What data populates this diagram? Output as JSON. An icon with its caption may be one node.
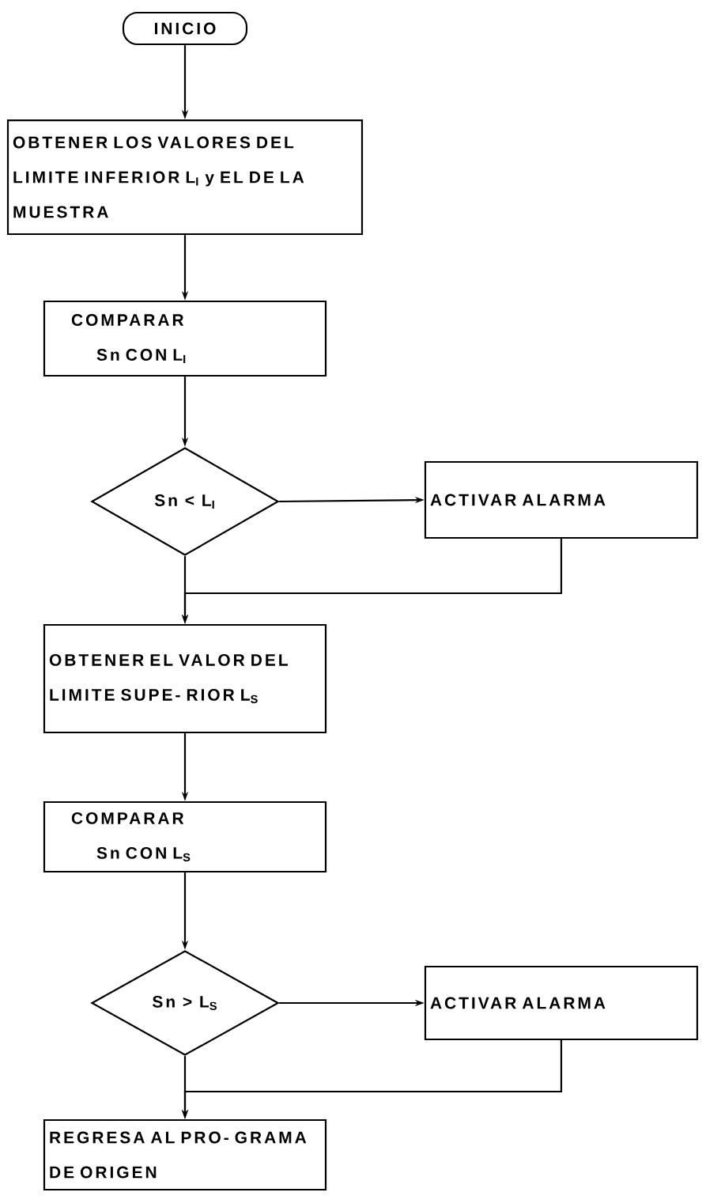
{
  "diagram": {
    "nodes": [
      {
        "text": [
          "INICIO"
        ]
      },
      {
        "text": [
          "OBTENER LOS VALORES DEL LIMITE INFERIOR L$_{I}$ y EL DE LA MUESTRA"
        ]
      },
      {
        "text": [
          "COMPARAR",
          "Sn CON L$_{I}$"
        ]
      },
      {
        "text": [
          "Sn < L$_{I}$"
        ]
      },
      {
        "text": [
          "ACTIVAR ALARMA"
        ]
      },
      {
        "text": [
          "OBTENER EL VALOR DEL LIMITE SUPE- RIOR L$_{S}$"
        ]
      },
      {
        "text": [
          "COMPARAR",
          "Sn CON L$_{S}$"
        ]
      },
      {
        "text": [
          "Sn > L$_{S}$"
        ]
      },
      {
        "text": [
          "ACTIVAR ALARMA"
        ]
      },
      {
        "text": [
          "REGRESA AL PRO- GRAMA DE ORIGEN"
        ]
      }
    ],
    "edges": [
      {
        "from": 0,
        "to": 1,
        "arrow": "to"
      },
      {
        "from": 1,
        "to": 2,
        "arrow": "to"
      },
      {
        "from": 2,
        "to": 3,
        "arrow": "to"
      },
      {
        "from": 3,
        "to": 4,
        "arrow": "to"
      },
      {
        "from": 3,
        "to": 5,
        "arrow": "to"
      },
      {
        "from": 4,
        "to": 5,
        "arrow": "to"
      },
      {
        "from": 5,
        "to": 6,
        "arrow": "to"
      },
      {
        "from": 6,
        "to": 7,
        "arrow": "to"
      },
      {
        "from": 7,
        "to": 8,
        "arrow": "to"
      },
      {
        "from": 7,
        "to": 9,
        "arrow": "to"
      },
      {
        "from": 8,
        "to": 9,
        "arrow": "to"
      }
    ]
  }
}
